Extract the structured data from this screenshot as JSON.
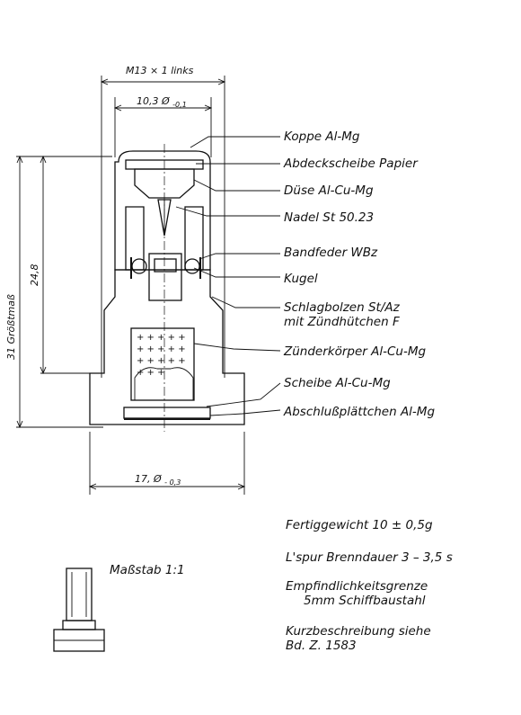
{
  "dimensions": {
    "thread": "M13 × 1 links",
    "inner_diameter": "10,3",
    "inner_diameter_symbol": "Ø",
    "inner_diameter_tol": "-0,1",
    "height_total": "31 Größtmaß",
    "height_body": "24,8",
    "base_diameter": "17,",
    "base_diameter_symbol": "Ø",
    "base_diameter_tol": "- 0,3"
  },
  "parts": [
    {
      "label": "Koppe  Al-Mg"
    },
    {
      "label": "Abdeckscheibe  Papier"
    },
    {
      "label": "Düse  Al-Cu-Mg"
    },
    {
      "label": "Nadel  St 50.23"
    },
    {
      "label": "Bandfeder  WBz"
    },
    {
      "label": "Kugel"
    },
    {
      "label": "Schlagbolzen  St/Az"
    },
    {
      "label": "mit Zündhütchen F"
    },
    {
      "label": "Zünderkörper  Al-Cu-Mg"
    },
    {
      "label": "Scheibe  Al-Cu-Mg"
    },
    {
      "label": "Abschlußplättchen  Al-Mg"
    }
  ],
  "scale_label": "Maßstab 1:1",
  "notes": {
    "weight": "Fertiggewicht  10 ± 0,5g",
    "burn": "L'spur Brenndauer  3 – 3,5 s",
    "sensitivity_1": "Empfindlichkeitsgrenze",
    "sensitivity_2": "5mm Schiffbaustahl",
    "reference_1": "Kurzbeschreibung siehe",
    "reference_2": "Bd. Z. 1583"
  }
}
